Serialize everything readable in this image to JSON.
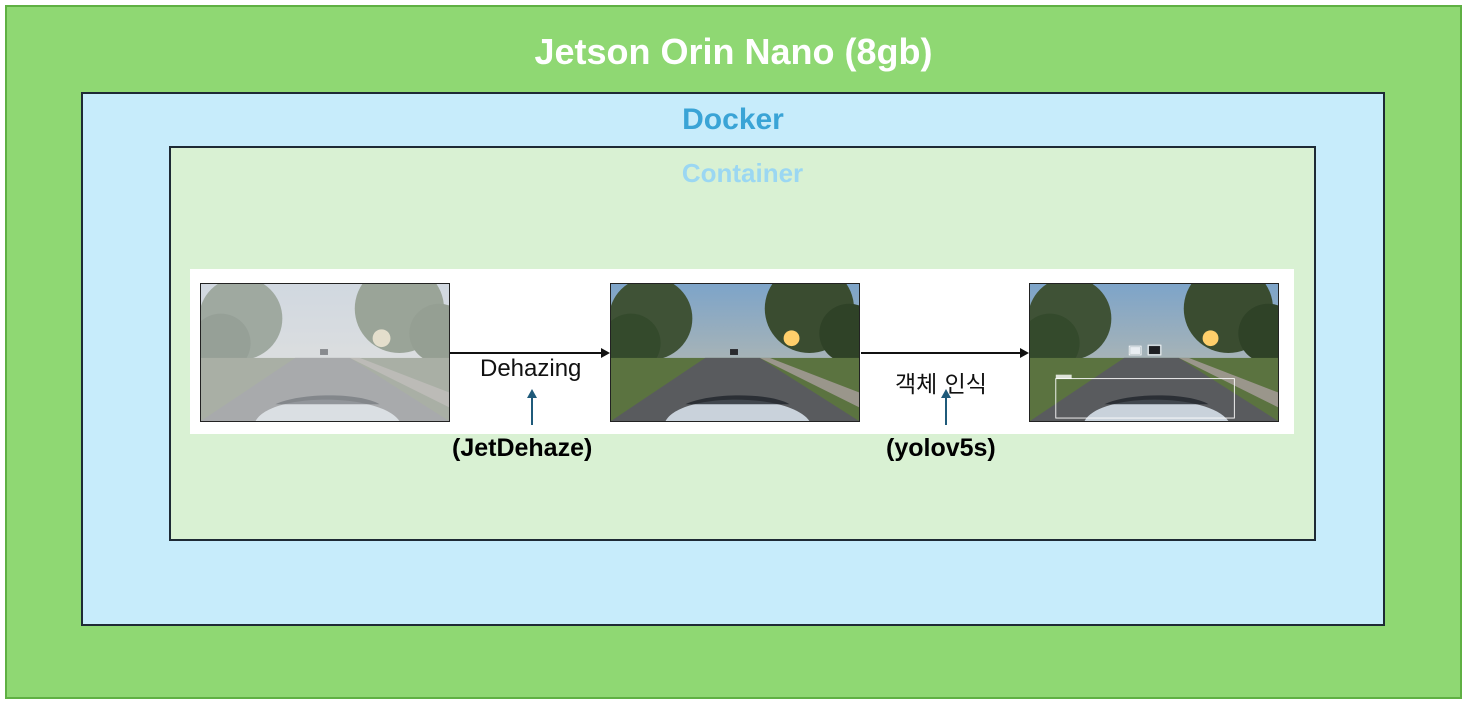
{
  "outer": {
    "title": "Jetson Orin Nano (8gb)",
    "color": "#8fd873"
  },
  "docker": {
    "title": "Docker",
    "color": "#c7ecfb",
    "title_color": "#3aa4d6"
  },
  "container": {
    "title": "Container",
    "color": "#d9f1d3",
    "title_color": "#9bd7f2"
  },
  "pipeline": {
    "frames": [
      {
        "name": "hazy input frame"
      },
      {
        "name": "dehazed frame"
      },
      {
        "name": "detection result frame"
      }
    ],
    "steps": [
      {
        "label": "Dehazing",
        "tool": "(JetDehaze)"
      },
      {
        "label": "객체 인식",
        "tool": "(yolov5s)"
      }
    ],
    "arrow_color": "#111111",
    "tool_arrow_color": "#1f5a7a"
  }
}
